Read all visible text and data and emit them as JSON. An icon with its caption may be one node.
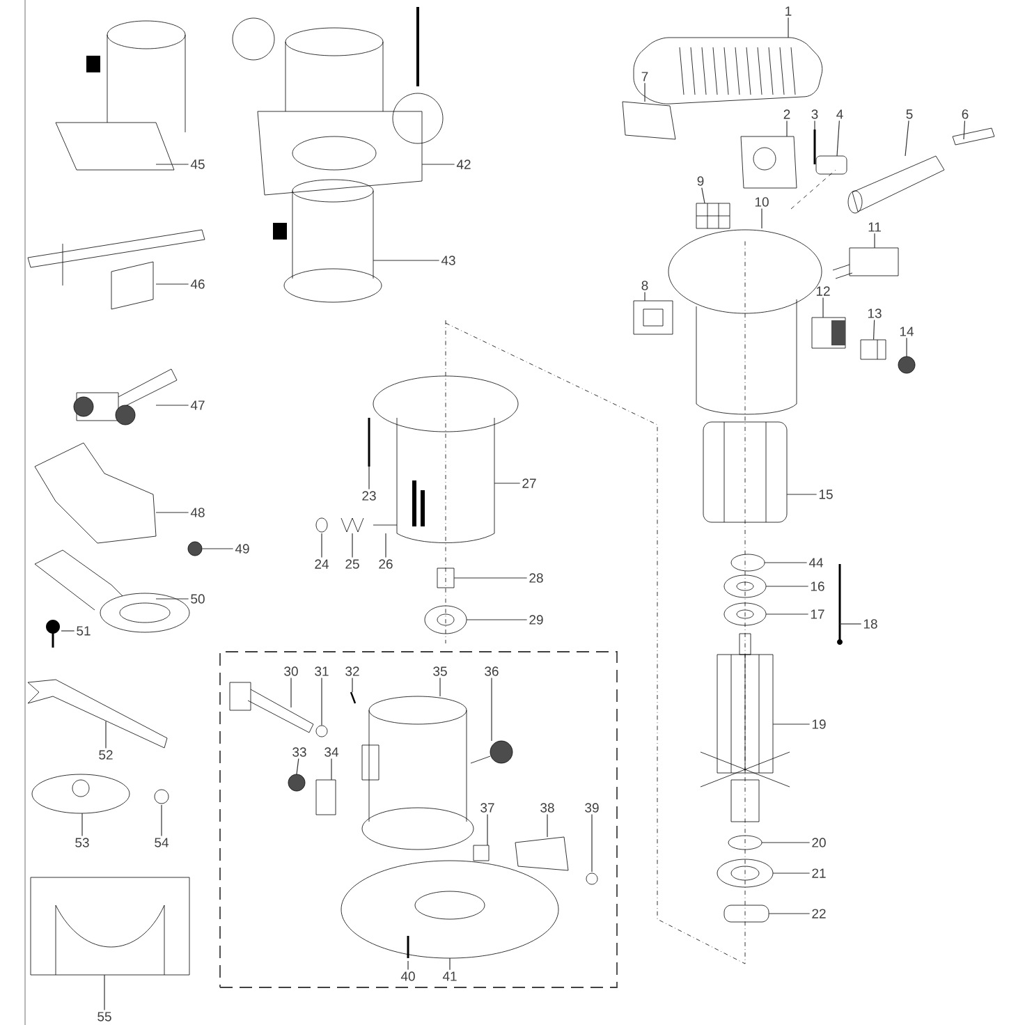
{
  "diagram": {
    "nodes": [
      {
        "text": [],
        "shape": "box"
      },
      {
        "text": [
          "1"
        ]
      },
      {
        "text": [
          "2"
        ]
      },
      {
        "text": [
          "3"
        ]
      },
      {
        "text": [
          "4"
        ]
      },
      {
        "text": [
          "5"
        ]
      },
      {
        "text": [
          "6"
        ]
      },
      {
        "text": [
          "7"
        ]
      },
      {
        "text": [
          "8"
        ]
      },
      {
        "text": [
          "9"
        ]
      },
      {
        "text": [
          "10"
        ]
      },
      {
        "text": [
          "11"
        ]
      },
      {
        "text": [
          "12"
        ]
      },
      {
        "text": [
          "13"
        ]
      },
      {
        "text": [
          "14"
        ]
      },
      {
        "text": [
          "15"
        ]
      },
      {
        "text": [
          "16"
        ]
      },
      {
        "text": [
          "17"
        ]
      },
      {
        "text": [
          "18"
        ]
      },
      {
        "text": [
          "19"
        ]
      },
      {
        "text": [
          "20"
        ]
      },
      {
        "text": [
          "21"
        ]
      },
      {
        "text": [
          "22"
        ]
      },
      {
        "text": [
          "23"
        ]
      },
      {
        "text": [
          "24"
        ]
      },
      {
        "text": [
          "25"
        ]
      },
      {
        "text": [
          "26"
        ]
      },
      {
        "text": [
          "27"
        ]
      },
      {
        "text": [
          "28"
        ]
      },
      {
        "text": [
          "29"
        ]
      },
      {
        "text": [
          "30"
        ],
        "in": 0
      },
      {
        "text": [
          "31"
        ],
        "in": 0
      },
      {
        "text": [
          "32"
        ],
        "in": 0
      },
      {
        "text": [
          "33"
        ],
        "in": 0
      },
      {
        "text": [
          "34"
        ],
        "in": 0
      },
      {
        "text": [
          "35"
        ],
        "in": 0
      },
      {
        "text": [
          "36"
        ],
        "in": 0
      },
      {
        "text": [
          "37"
        ],
        "in": 0
      },
      {
        "text": [
          "38"
        ],
        "in": 0
      },
      {
        "text": [
          "39"
        ],
        "in": 0
      },
      {
        "text": [
          "40"
        ],
        "in": 0
      },
      {
        "text": [
          "41"
        ],
        "in": 0
      },
      {
        "text": [
          "42"
        ]
      },
      {
        "text": [
          "43"
        ]
      },
      {
        "text": [
          "44"
        ]
      },
      {
        "text": [
          "45"
        ]
      },
      {
        "text": [
          "46"
        ]
      },
      {
        "text": [
          "47"
        ]
      },
      {
        "text": [
          "48"
        ]
      },
      {
        "text": [
          "49"
        ]
      },
      {
        "text": [
          "50"
        ]
      },
      {
        "text": [
          "51"
        ]
      },
      {
        "text": [
          "52"
        ]
      },
      {
        "text": [
          "53"
        ]
      },
      {
        "text": [
          "54"
        ]
      },
      {
        "text": [
          "55"
        ]
      },
      {
        "text": [],
        "shape": "picture"
      },
      {
        "text": [],
        "shape": "picture"
      },
      {
        "text": [],
        "shape": "picture",
        "in": 0
      },
      {
        "text": [],
        "shape": "circle",
        "in": 0
      },
      {
        "text": [],
        "shape": "circle"
      }
    ],
    "edges": [
      {
        "from": 1,
        "to": null,
        "arrow": "none"
      },
      {
        "from": 2,
        "to": null,
        "arrow": "none"
      },
      {
        "from": 3,
        "to": null,
        "arrow": "none"
      },
      {
        "from": 4,
        "to": null,
        "arrow": "none"
      },
      {
        "from": 5,
        "to": null,
        "arrow": "none"
      },
      {
        "from": 6,
        "to": null,
        "arrow": "none"
      },
      {
        "from": 7,
        "to": null,
        "arrow": "none"
      },
      {
        "from": 8,
        "to": null,
        "arrow": "none"
      },
      {
        "from": 9,
        "to": null,
        "arrow": "none"
      },
      {
        "from": 10,
        "to": null,
        "arrow": "none"
      },
      {
        "from": 11,
        "to": null,
        "arrow": "none"
      },
      {
        "from": 12,
        "to": null,
        "arrow": "none"
      },
      {
        "from": 13,
        "to": 56,
        "arrow": "none"
      },
      {
        "from": 14,
        "to": null,
        "arrow": "none"
      },
      {
        "from": 15,
        "to": null,
        "arrow": "none"
      },
      {
        "from": 16,
        "to": null,
        "arrow": "none"
      },
      {
        "from": 17,
        "to": null,
        "arrow": "none"
      },
      {
        "from": 18,
        "to": 57,
        "arrow": "none"
      },
      {
        "from": 19,
        "to": null,
        "arrow": "none"
      },
      {
        "from": 20,
        "to": null,
        "arrow": "none"
      },
      {
        "from": 21,
        "to": null,
        "arrow": "none"
      },
      {
        "from": 22,
        "to": null,
        "arrow": "none"
      },
      {
        "from": 23,
        "to": null,
        "arrow": "none"
      },
      {
        "from": 24,
        "to": null,
        "arrow": "none"
      },
      {
        "from": 25,
        "to": null,
        "arrow": "none"
      },
      {
        "from": 26,
        "to": null,
        "arrow": "none"
      },
      {
        "from": 27,
        "to": null,
        "arrow": "none"
      },
      {
        "from": 28,
        "to": null,
        "arrow": "none"
      },
      {
        "from": 29,
        "to": null,
        "arrow": "none"
      },
      {
        "from": 30,
        "to": 58,
        "arrow": "none"
      },
      {
        "from": 31,
        "to": 59,
        "arrow": "none"
      },
      {
        "from": 32,
        "to": null,
        "arrow": "none"
      },
      {
        "from": 33,
        "to": null,
        "arrow": "none"
      },
      {
        "from": 34,
        "to": null,
        "arrow": "none"
      },
      {
        "from": 35,
        "to": null,
        "arrow": "none"
      },
      {
        "from": 36,
        "to": null,
        "arrow": "none"
      },
      {
        "from": 37,
        "to": null,
        "arrow": "none"
      },
      {
        "from": 38,
        "to": null,
        "arrow": "none"
      },
      {
        "from": 39,
        "to": null,
        "arrow": "none"
      },
      {
        "from": 40,
        "to": null,
        "arrow": "none"
      },
      {
        "from": 41,
        "to": null,
        "arrow": "none"
      },
      {
        "from": 42,
        "to": null,
        "arrow": "none"
      },
      {
        "from": 43,
        "to": null,
        "arrow": "none"
      },
      {
        "from": 44,
        "to": null,
        "arrow": "none"
      },
      {
        "from": 45,
        "to": null,
        "arrow": "none"
      },
      {
        "from": 46,
        "to": null,
        "arrow": "none"
      },
      {
        "from": 47,
        "to": null,
        "arrow": "none"
      },
      {
        "from": 48,
        "to": null,
        "arrow": "none"
      },
      {
        "from": 49,
        "to": 60,
        "arrow": "none"
      },
      {
        "from": 50,
        "to": null,
        "arrow": "none"
      },
      {
        "from": 51,
        "to": null,
        "arrow": "none"
      },
      {
        "from": 52,
        "to": null,
        "arrow": "none"
      },
      {
        "from": 53,
        "to": null,
        "arrow": "none"
      },
      {
        "from": 54,
        "to": null,
        "arrow": "none"
      },
      {
        "from": 55,
        "to": null,
        "arrow": "none"
      }
    ]
  }
}
